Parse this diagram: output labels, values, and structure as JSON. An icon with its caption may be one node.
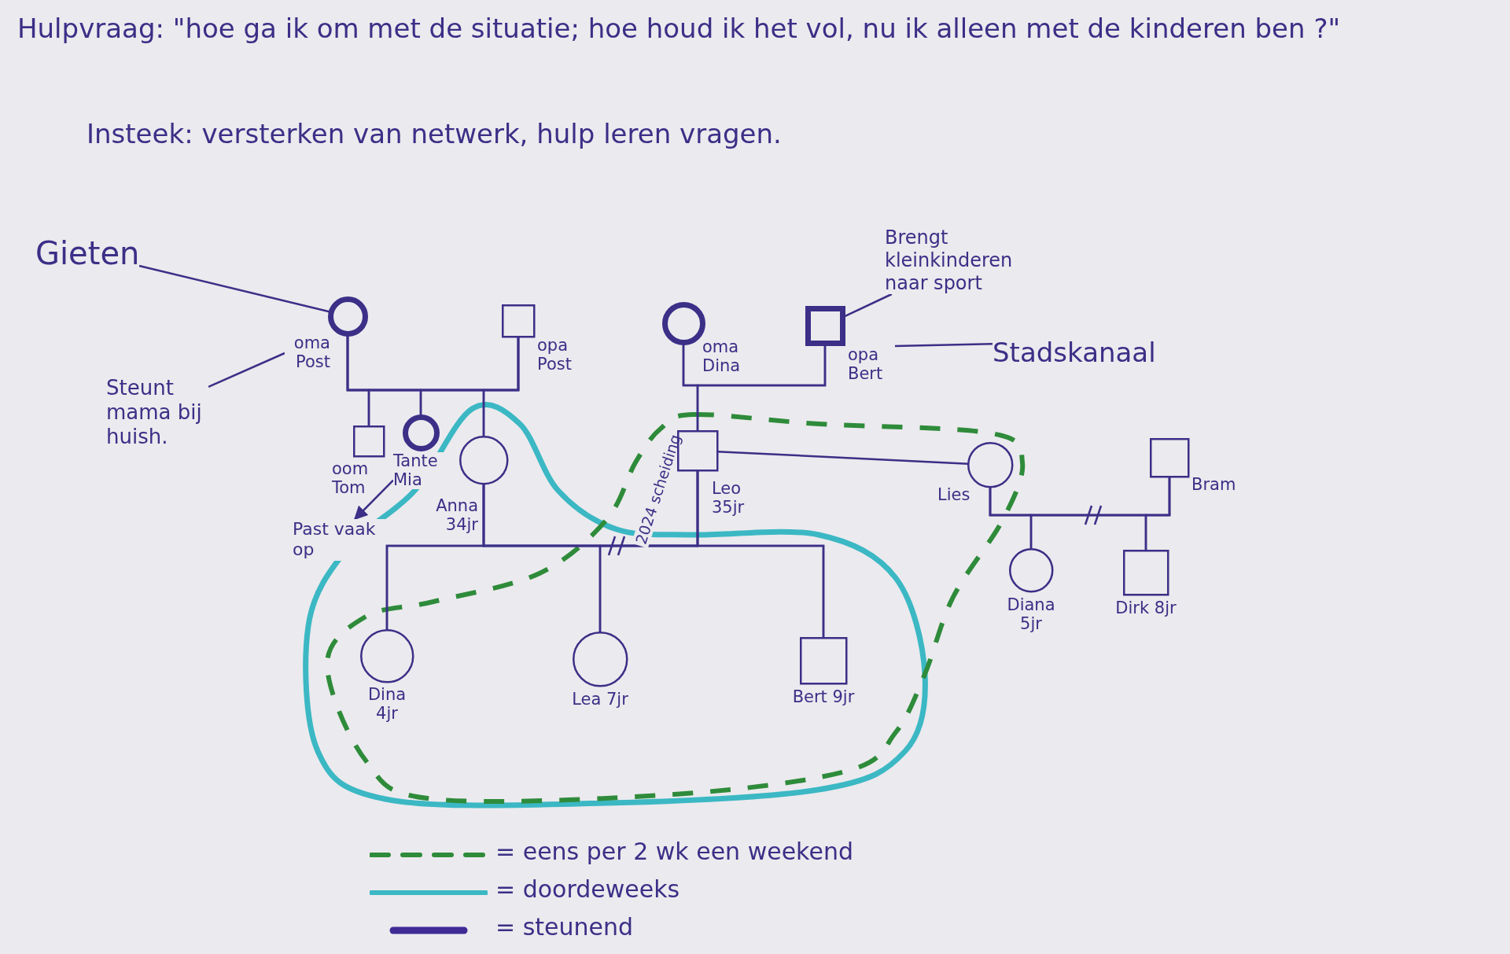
{
  "diagram": {
    "title": "Hulpvraag: \"hoe ga ik om met de situatie; hoe houd ik het vol, nu ik alleen met de kinderen ben ?\"",
    "nodes": [
      {
        "text": [
          "oma Post"
        ]
      },
      {
        "text": [
          "opa Post"
        ]
      },
      {
        "text": [
          "oom Tom"
        ]
      },
      {
        "text": [
          "Tante Mia"
        ]
      },
      {
        "text": [
          "Anna 34jr"
        ]
      },
      {
        "text": [
          "oma Dina"
        ]
      },
      {
        "text": [
          "opa Bert"
        ]
      },
      {
        "text": [
          "Leo 35jr"
        ]
      },
      {
        "text": [
          "Lies"
        ]
      },
      {
        "text": [
          "Bram"
        ]
      },
      {
        "text": [
          "Dina 4jr"
        ]
      },
      {
        "text": [
          "Lea 7jr"
        ]
      },
      {
        "text": [
          "Bert 9jr"
        ]
      },
      {
        "text": [
          "Diana 5jr"
        ]
      },
      {
        "text": [
          "Dirk 8jr"
        ]
      },
      {
        "text": [
          "Past vaak op"
        ]
      },
      {
        "text": [
          "Gieten"
        ]
      },
      {
        "text": [
          "Steunt mama bij huish."
        ]
      },
      {
        "text": [
          "Brengt kleinkinderen naar sport"
        ]
      },
      {
        "text": [
          "Stadskanaal"
        ]
      }
    ],
    "edges": [
      {
        "from": 0,
        "to": 1,
        "arrow": "none"
      },
      {
        "from": 0,
        "to": 2,
        "arrow": "none"
      },
      {
        "from": 1,
        "to": 2,
        "arrow": "none"
      },
      {
        "from": 0,
        "to": 3,
        "arrow": "none"
      },
      {
        "from": 1,
        "to": 3,
        "arrow": "none"
      },
      {
        "from": 0,
        "to": 4,
        "arrow": "none"
      },
      {
        "from": 1,
        "to": 4,
        "arrow": "none"
      },
      {
        "from": 5,
        "to": 6,
        "arrow": "none"
      },
      {
        "from": 5,
        "to": 7,
        "arrow": "none"
      },
      {
        "from": 6,
        "to": 7,
        "arrow": "none"
      },
      {
        "from": 4,
        "to": 7,
        "arrow": "none",
        "label": "2024 scheiding"
      },
      {
        "from": 4,
        "to": 10,
        "arrow": "none"
      },
      {
        "from": 7,
        "to": 10,
        "arrow": "none"
      },
      {
        "from": 4,
        "to": 11,
        "arrow": "none"
      },
      {
        "from": 7,
        "to": 11,
        "arrow": "none"
      },
      {
        "from": 4,
        "to": 12,
        "arrow": "none"
      },
      {
        "from": 7,
        "to": 12,
        "arrow": "none"
      },
      {
        "from": 7,
        "to": 8,
        "arrow": "none"
      },
      {
        "from": 8,
        "to": 9,
        "arrow": "none"
      },
      {
        "from": 8,
        "to": 13,
        "arrow": "none"
      },
      {
        "from": 9,
        "to": 13,
        "arrow": "none"
      },
      {
        "from": 8,
        "to": 14,
        "arrow": "none"
      },
      {
        "from": 9,
        "to": 14,
        "arrow": "none"
      },
      {
        "from": 3,
        "to": 15,
        "arrow": "to"
      },
      {
        "from": 16,
        "to": 0,
        "arrow": "none"
      },
      {
        "from": 17,
        "to": 0,
        "arrow": "none"
      },
      {
        "from": 18,
        "to": 6,
        "arrow": "none"
      },
      {
        "from": 19,
        "to": 6,
        "arrow": "none"
      }
    ],
    "labels": [
      "Insteek: versterken van netwerk, hulp leren vragen."
    ],
    "legend": [
      {
        "text": "= eens per 2 wk een weekend"
      },
      {
        "text": "= doordeweeks"
      },
      {
        "text": "= steunend"
      }
    ]
  }
}
